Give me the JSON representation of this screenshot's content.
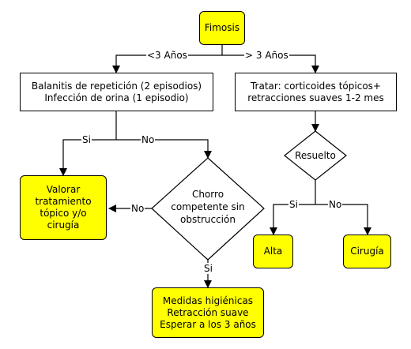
{
  "nodes": {
    "fimosis": "Fimosis",
    "balanitis": "Balanitis de repetición (2 episodios)\nInfección de orina (1 episodio)",
    "tratar": "Tratar: corticoides tópicos+\nretracciones suaves 1-2 mes",
    "resuelto": "Resuelto",
    "chorro": "Chorro\ncompetente sin\nobstrucción",
    "valorar": "Valorar\ntratamiento\ntópico y/o\ncirugía",
    "alta": "Alta",
    "cirugia": "Cirugía",
    "medidas": "Medidas higiénicas\nRetracción suave\nEsperar a los 3 años"
  },
  "edge_labels": {
    "menos3": "<3 Años",
    "mas3": "> 3 Años",
    "si_left": "Si",
    "no_right": "No",
    "no_chorro": "No",
    "si_chorro": "Si",
    "si_resuelto": "Si",
    "no_resuelto": "No"
  },
  "colors": {
    "yellow_box": "#ffff00",
    "line": "#000000"
  }
}
